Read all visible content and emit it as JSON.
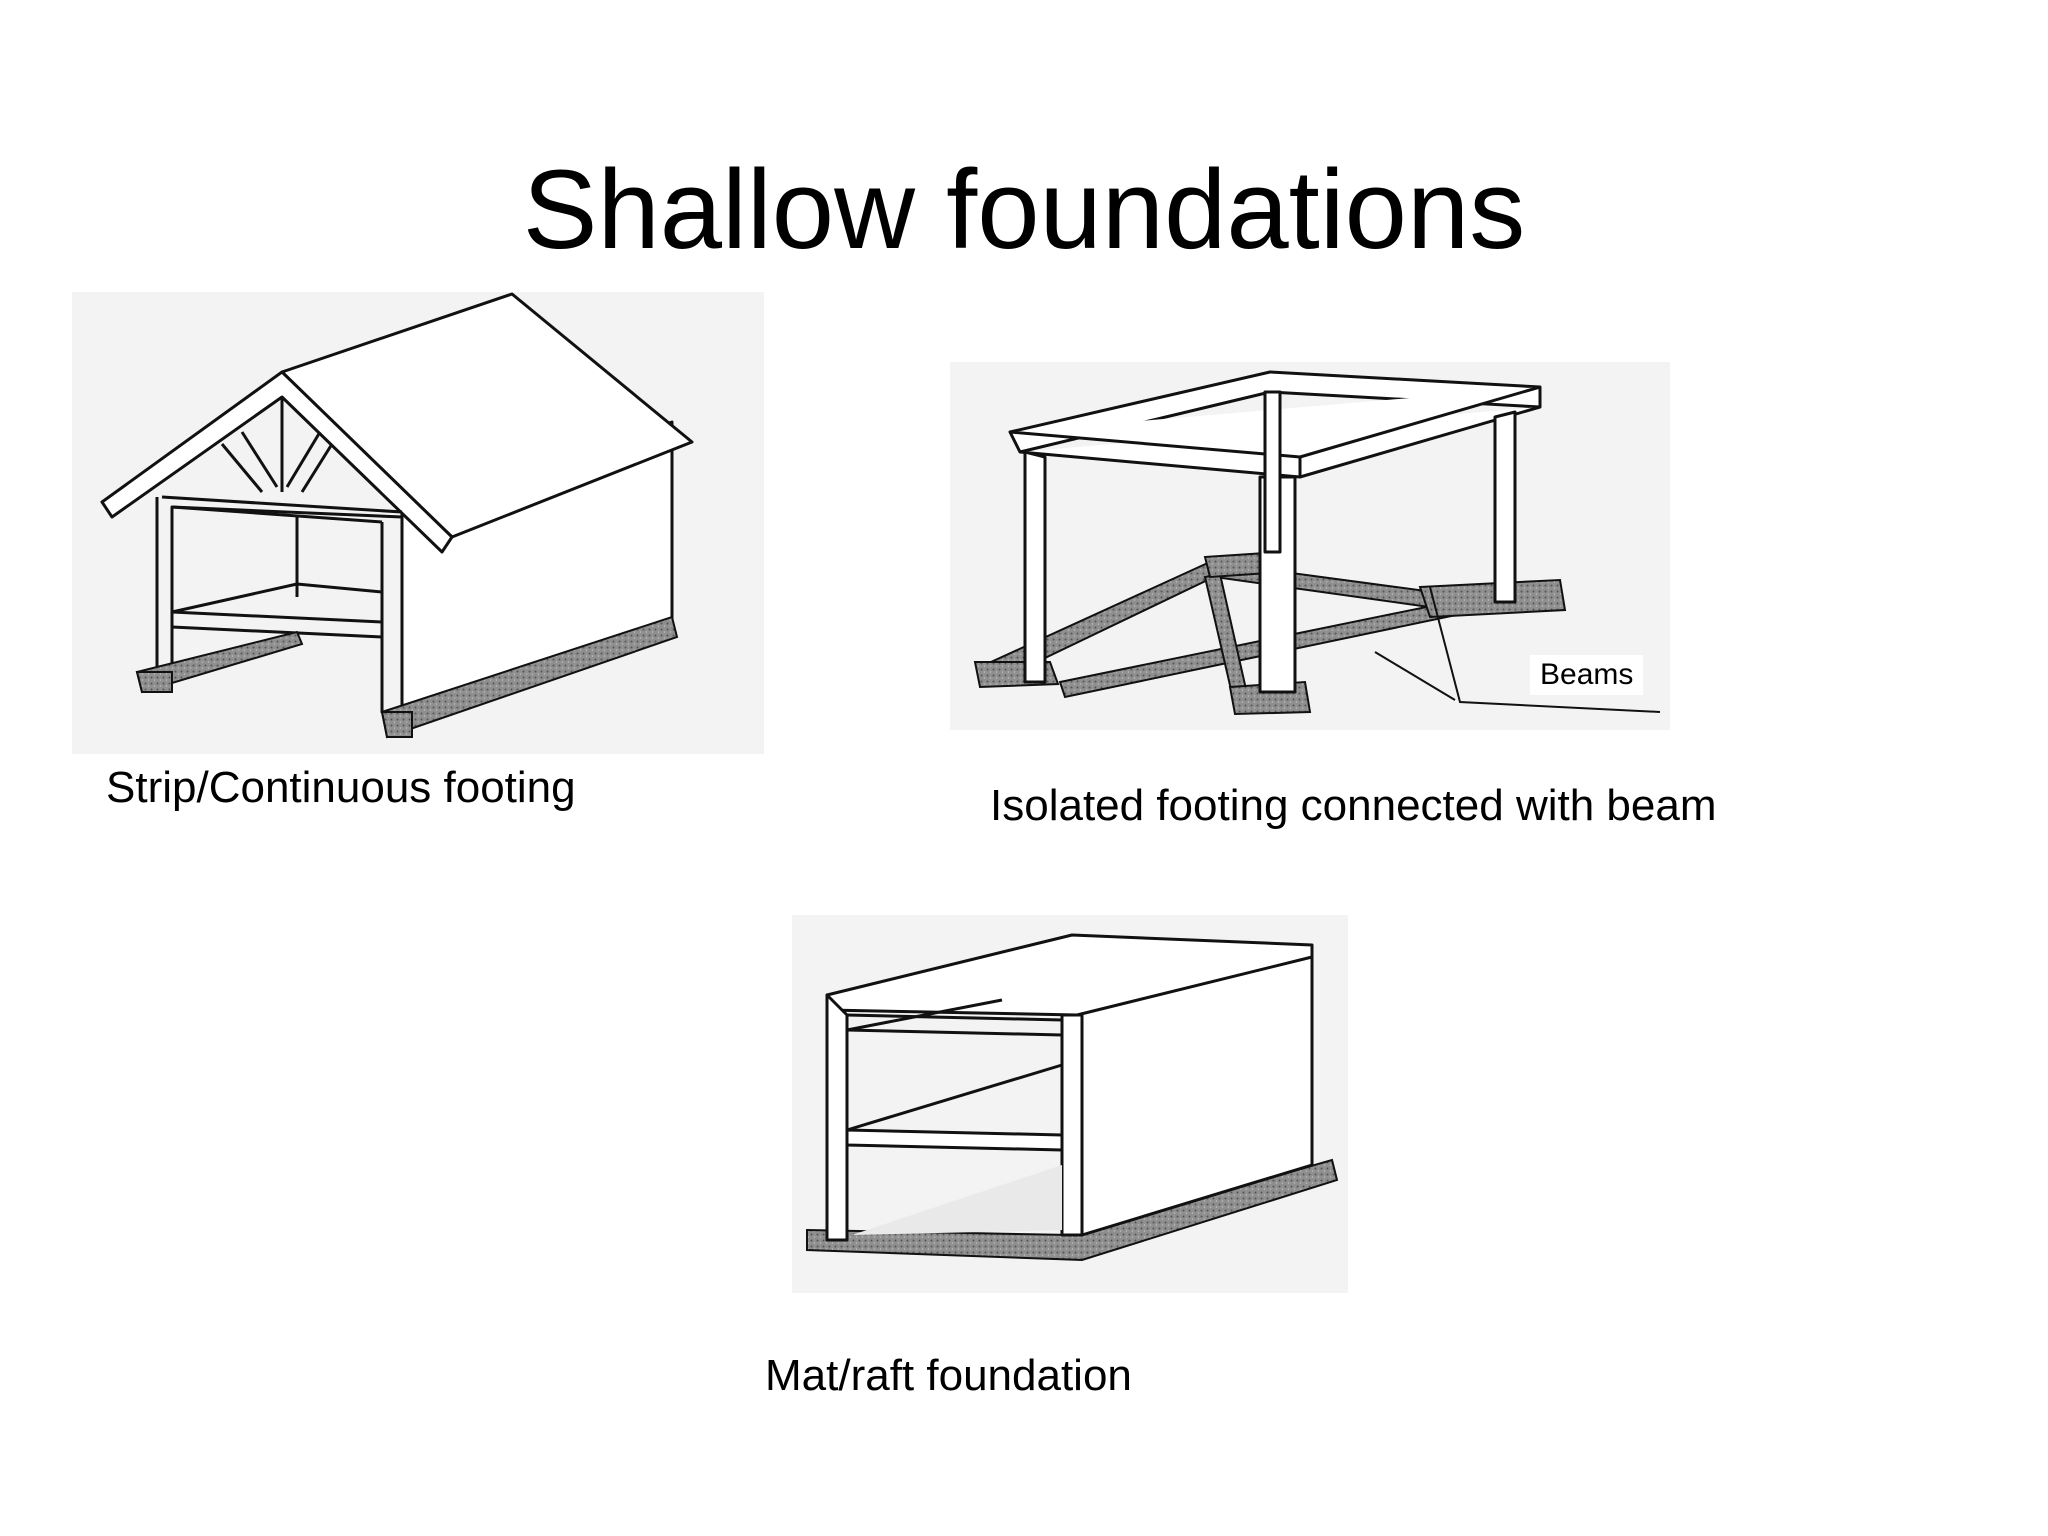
{
  "slide": {
    "title": "Shallow foundations"
  },
  "figures": {
    "strip": {
      "caption": "Strip/Continuous footing"
    },
    "isolated": {
      "caption": "Isolated footing connected with beam",
      "callout": "Beams"
    },
    "mat": {
      "caption": "Mat/raft foundation"
    }
  }
}
